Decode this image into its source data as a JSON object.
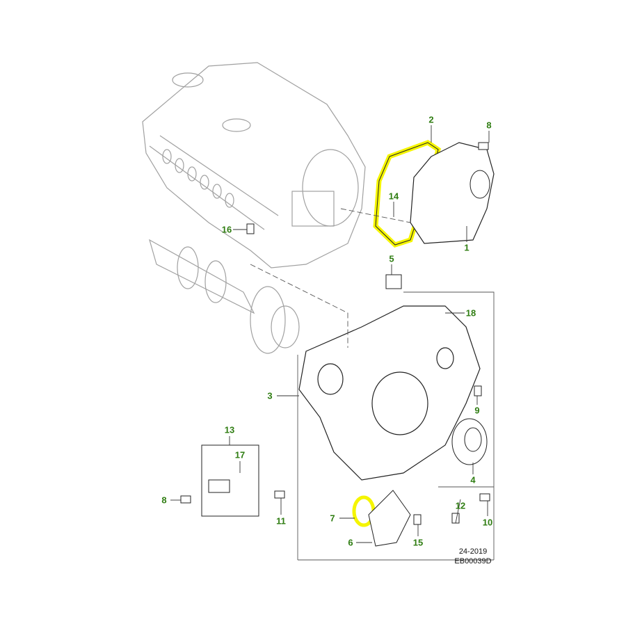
{
  "callouts": {
    "c1": "1",
    "c2": "2",
    "c3": "3",
    "c4": "4",
    "c5": "5",
    "c6": "6",
    "c7": "7",
    "c8a": "8",
    "c8b": "8",
    "c9": "9",
    "c10": "10",
    "c11": "11",
    "c12": "12",
    "c13": "13",
    "c14": "14",
    "c15": "15",
    "c16": "16",
    "c17": "17",
    "c18": "18"
  },
  "reference": {
    "date_code": "24-2019",
    "illustration_id": "EB00039D"
  },
  "colors": {
    "callout": "#2f7d12",
    "highlight": "#f5f500",
    "engine": "#9a9a9a",
    "part": "#222222"
  }
}
